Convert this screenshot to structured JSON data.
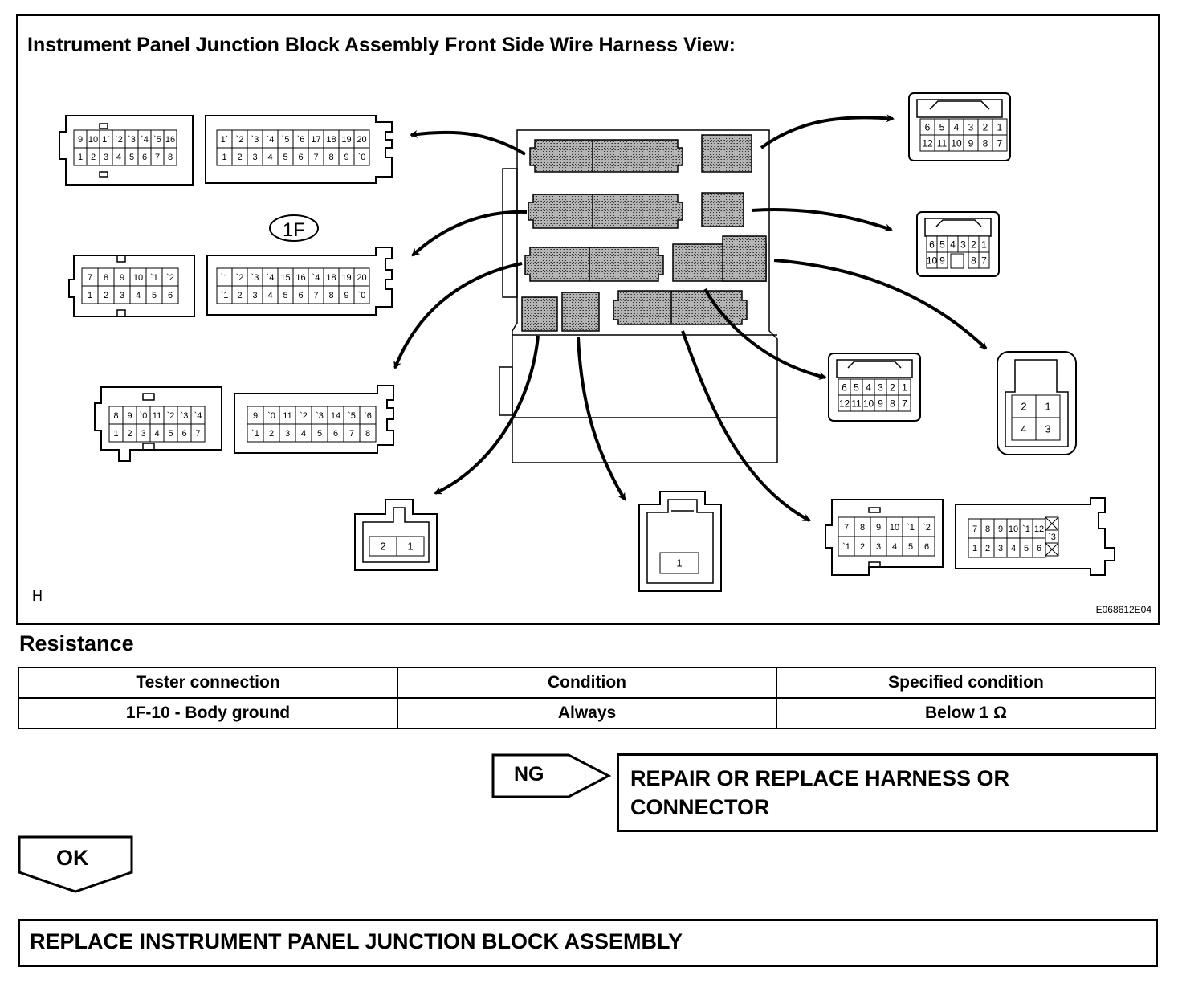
{
  "figure": {
    "title": "Instrument Panel Junction Block Assembly Front Side Wire Harness View:",
    "connector_label": "1F",
    "view_mark": "H",
    "figure_code": "E068612E04",
    "colors": {
      "line": "#000000",
      "stipple": "#8c8c8c",
      "background": "#ffffff"
    },
    "connectors": {
      "c1": {
        "top": [
          "9",
          "10",
          "1`",
          "`2",
          "`3",
          "`4",
          "`5",
          "16"
        ],
        "bottom": [
          "1",
          "2",
          "3",
          "4",
          "5",
          "6",
          "7",
          "8"
        ]
      },
      "c2": {
        "top": [
          "1`",
          "`2",
          "`3",
          "`4",
          "`5",
          "`6",
          "17",
          "18",
          "19",
          "20"
        ],
        "bottom": [
          "1",
          "2",
          "3",
          "4",
          "5",
          "6",
          "7",
          "8",
          "9",
          "`0"
        ]
      },
      "c3": {
        "top": [
          "7",
          "8",
          "9",
          "10",
          "`1",
          "`2"
        ],
        "bottom": [
          "1",
          "2",
          "3",
          "4",
          "5",
          "6"
        ]
      },
      "c4": {
        "top": [
          "`1",
          "`2",
          "`3",
          "`4",
          "15",
          "16",
          "`4",
          "18",
          "19",
          "20"
        ],
        "bottom": [
          "`1",
          "2",
          "3",
          "4",
          "5",
          "6",
          "7",
          "8",
          "9",
          "`0"
        ]
      },
      "c5": {
        "top": [
          "8",
          "9",
          "`0",
          "11",
          "`2",
          "`3",
          "`4"
        ],
        "bottom": [
          "1",
          "2",
          "3",
          "4",
          "5",
          "6",
          "7"
        ]
      },
      "c6": {
        "top": [
          "9",
          "`0",
          "11",
          "`2",
          "`3",
          "14",
          "`5",
          "`6"
        ],
        "bottom": [
          "`1",
          "2",
          "3",
          "4",
          "5",
          "6",
          "7",
          "8"
        ]
      },
      "r1": {
        "top": [
          "6",
          "5",
          "4",
          "3",
          "2",
          "1"
        ],
        "bottom": [
          "12",
          "11",
          "10",
          "9",
          "8",
          "7"
        ]
      },
      "r2": {
        "top": [
          "6",
          "5",
          "4",
          "3",
          "2",
          "1"
        ],
        "bottom": [
          "10",
          "9",
          "",
          "",
          "8",
          "7"
        ]
      },
      "r3": {
        "top": [
          "6",
          "5",
          "4",
          "3",
          "2",
          "1"
        ],
        "bottom": [
          "12",
          "11",
          "10",
          "9",
          "8",
          "7"
        ]
      },
      "r4": {
        "top": [
          "2",
          "1"
        ],
        "bottom": [
          "4",
          "3"
        ]
      },
      "b1": {
        "pins": [
          "2",
          "1"
        ]
      },
      "b2": {
        "pins": [
          "1"
        ]
      },
      "b3": {
        "top": [
          "7",
          "8",
          "9",
          "10",
          "`1",
          "`2"
        ],
        "bottom": [
          "`1",
          "2",
          "3",
          "4",
          "5",
          "6"
        ]
      },
      "b4": {
        "top": [
          "7",
          "8",
          "9",
          "10",
          "`1",
          "12"
        ],
        "bottom": [
          "1",
          "2",
          "3",
          "4",
          "5",
          "6"
        ],
        "side": "`3"
      }
    }
  },
  "resistance": {
    "title": "Resistance",
    "headers": [
      "Tester connection",
      "Condition",
      "Specified condition"
    ],
    "rows": [
      [
        "1F-10 - Body ground",
        "Always",
        "Below 1 Ω"
      ]
    ]
  },
  "flow": {
    "ng_label": "NG",
    "ng_action_line1": "REPAIR OR REPLACE HARNESS OR",
    "ng_action_line2": "CONNECTOR",
    "ok_label": "OK",
    "ok_action": "REPLACE INSTRUMENT PANEL JUNCTION BLOCK ASSEMBLY"
  }
}
